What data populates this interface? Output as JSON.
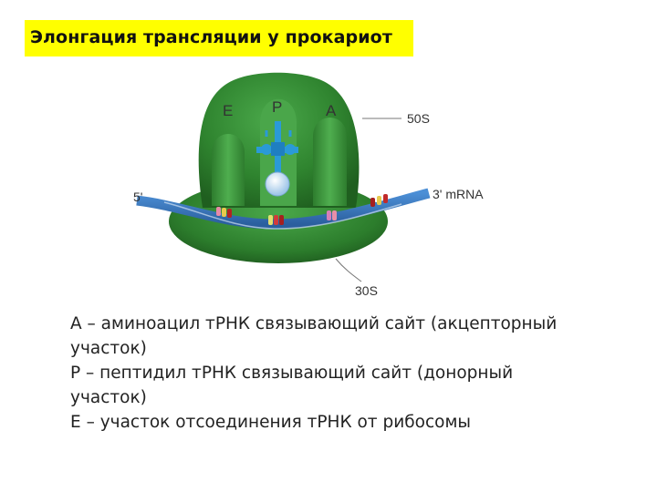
{
  "title": "Элонгация трансляции у прокариот",
  "diagram": {
    "site_e": "E",
    "site_p": "P",
    "site_a": "A",
    "label_50s": "50S",
    "label_30s": "30S",
    "label_5prime": "5'",
    "label_3prime": "3' mRNA",
    "colors": {
      "ribosome_dark": "#2f7a2f",
      "ribosome_light": "#3f9a3f",
      "mrna": "#3a6fb5",
      "trna": "#2a9ad8"
    }
  },
  "legend": {
    "line1": "А – аминоацил тРНК связывающий сайт (акцепторный",
    "line2": "участок)",
    "line3": "Р – пептидил тРНК связывающий сайт (донорный",
    "line4": "участок)",
    "line5": "Е –  участок отсоединения тРНК от рибосомы"
  }
}
